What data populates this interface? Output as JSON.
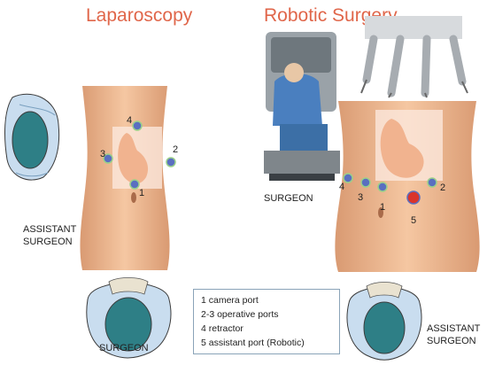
{
  "titles": {
    "left": "Laparoscopy",
    "right": "Robotic Surgery"
  },
  "labels": {
    "assistant_surgeon_left_1": "ASSISTANT",
    "assistant_surgeon_left_2": "SURGEON",
    "surgeon_bottom": "SURGEON",
    "surgeon_robotic": "SURGEON",
    "assistant_surgeon_right_1": "ASSISTANT",
    "assistant_surgeon_right_2": "SURGEON"
  },
  "left_ports": [
    "1",
    "2",
    "3",
    "4"
  ],
  "right_ports": [
    "1",
    "2",
    "3",
    "4",
    "5"
  ],
  "legend": [
    "1 camera port",
    "2-3 operative ports",
    "4 retractor",
    "5 assistant port (Robotic)"
  ],
  "colors": {
    "title": "#e0664a",
    "port_fill": "#5a6fc0",
    "assistant_port": "#d9342b",
    "skin": "#f2bd94",
    "cap": "#c9ddef",
    "head": "#2e7f86"
  }
}
